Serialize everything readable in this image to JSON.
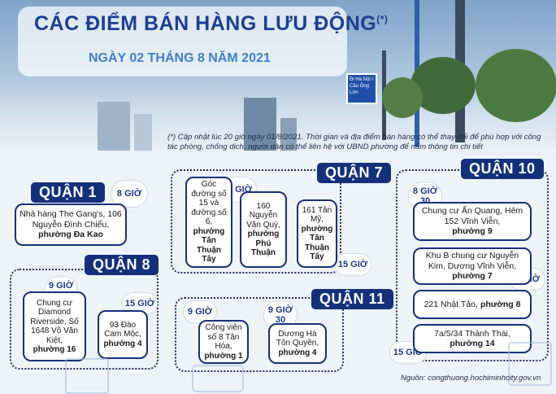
{
  "title": "CÁC ĐIỂM BÁN HÀNG LƯU ĐỘNG",
  "title_mark": "(*)",
  "subtitle": "NGÀY 02 THÁNG 8 NĂM 2021",
  "note": "(*) Cập nhật lúc 20 giờ ngày 01/8/2021. Thời gian và địa điểm bán hàng có thể thay đổi để phù hợp với công tác phòng, chống dịch, người dân có thể liên hệ với UBND phường để nắm thông tin chi tiết",
  "sign_text": "Đi Hà Nội / Cầu Ông Lớn",
  "source": "Nguồn: congthuong.hochiminhcity.gov.vn",
  "districts": {
    "q1": {
      "name": "QUẬN 1",
      "time": "8 GIỜ",
      "locations": [
        {
          "address": "Nhà hàng The Gang's, 106 Nguyễn Đình Chiểu,",
          "ward": "phường Đa Kao"
        }
      ]
    },
    "q7": {
      "name": "QUẬN 7",
      "times": [
        "9 GIỜ",
        "15 GIỜ"
      ],
      "locations": [
        {
          "address": "Góc đường số 15 và đường số 6,",
          "ward": "phường Tân Thuận Tây"
        },
        {
          "address": "160 Nguyễn Văn Quỳ,",
          "ward": "phường Phú Thuận"
        },
        {
          "address": "161 Tân Mỹ,",
          "ward": "phường Tân Thuận Tây"
        }
      ]
    },
    "q8": {
      "name": "QUẬN 8",
      "times": [
        "9 GIỜ 30",
        "15 GIỜ"
      ],
      "locations": [
        {
          "address": "Chung cư Diamond Riverside, Số 1648 Võ Văn Kiệt,",
          "ward": "phường 16"
        },
        {
          "address": "93 Đào Cam Mộc,",
          "ward": "phường 4"
        }
      ]
    },
    "q11": {
      "name": "QUẬN 11",
      "times": [
        "9 GIỜ",
        "9 GIỜ 30"
      ],
      "locations": [
        {
          "address": "Công viên số 8 Tân Hóa,",
          "ward": "phường 1"
        },
        {
          "address": "Dương Hà Tôn Quyền,",
          "ward": "phường 4"
        }
      ]
    },
    "q10": {
      "name": "QUẬN 10",
      "times": [
        "8 GIỜ 30",
        "9 GIỜ",
        "15 GIỜ"
      ],
      "locations": [
        {
          "address": "Chung cư Ấn Quang, Hẻm 152 Vĩnh Viễn,",
          "ward": "phường 9"
        },
        {
          "address": "Khu B chung cư Nguyễn Kim, Dương Vĩnh Viễn,",
          "ward": "phường 7"
        },
        {
          "address": "221 Nhật Tảo,",
          "ward": "phường 8"
        },
        {
          "address": "7a/5/34 Thành Thái,",
          "ward": "phường 14"
        }
      ]
    }
  }
}
